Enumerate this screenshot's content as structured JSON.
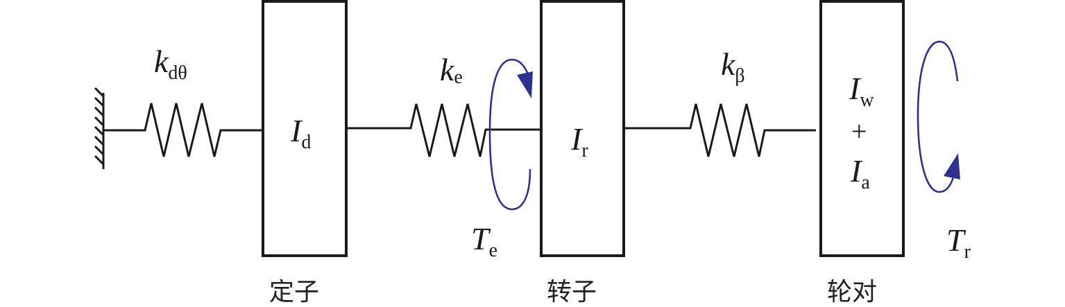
{
  "diagram": {
    "title": "Torsional vibration model: stator - rotor - wheelset",
    "colors": {
      "line": "#1a1a1a",
      "torque_arrow": "#2e3192"
    },
    "ground": {
      "icon": "fixed-ground-hatch-icon"
    },
    "springs": [
      {
        "id": "k_dtheta",
        "symbol": "k",
        "subscript": "dθ"
      },
      {
        "id": "k_e",
        "symbol": "k",
        "subscript": "e"
      },
      {
        "id": "k_beta",
        "symbol": "k",
        "subscript": "β"
      }
    ],
    "inertias": [
      {
        "id": "stator",
        "symbol": "I",
        "subscript": "d",
        "caption": "定子"
      },
      {
        "id": "rotor",
        "symbol": "I",
        "subscript": "r",
        "caption": "转子"
      },
      {
        "id": "wheelset",
        "symbol1": "I",
        "subscript1": "w",
        "operator": "+",
        "symbol2": "I",
        "subscript2": "a",
        "caption": "轮对"
      }
    ],
    "torques": [
      {
        "id": "T_e",
        "symbol": "T",
        "subscript": "e",
        "direction": "counterclockwise-top-arrow"
      },
      {
        "id": "T_r",
        "symbol": "T",
        "subscript": "r",
        "direction": "bottom-arrow"
      }
    ]
  }
}
